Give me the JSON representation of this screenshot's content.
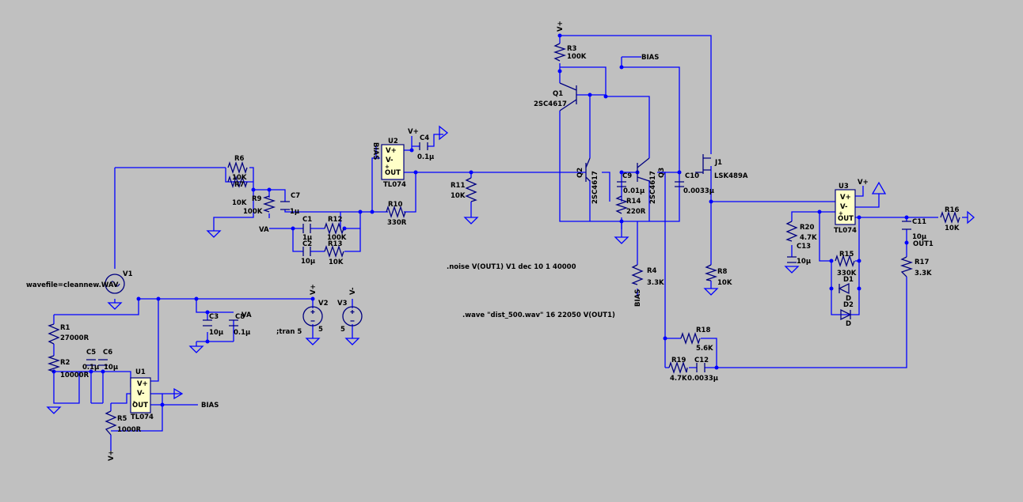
{
  "components": {
    "R1": {
      "name": "R1",
      "value": "27000R"
    },
    "R2": {
      "name": "R2",
      "value": "10000R"
    },
    "R3": {
      "name": "R3",
      "value": "100K"
    },
    "R4": {
      "name": "R4",
      "value": "3.3K"
    },
    "R5": {
      "name": "R5",
      "value": "1000R"
    },
    "R6": {
      "name": "R6",
      "value": "10K"
    },
    "R7": {
      "name": "R7",
      "value": "10K"
    },
    "R8": {
      "name": "R8",
      "value": "10K"
    },
    "R9": {
      "name": "R9",
      "value": "100K"
    },
    "R10": {
      "name": "R10",
      "value": "330R"
    },
    "R11": {
      "name": "R11",
      "value": "10K"
    },
    "R12": {
      "name": "R12",
      "value": "100K"
    },
    "R13": {
      "name": "R13",
      "value": "10K"
    },
    "R14": {
      "name": "R14",
      "value": "220R"
    },
    "R15": {
      "name": "R15",
      "value": "330K"
    },
    "R16": {
      "name": "R16",
      "value": "10K"
    },
    "R17": {
      "name": "R17",
      "value": "3.3K"
    },
    "R18": {
      "name": "R18",
      "value": "5.6K"
    },
    "R19": {
      "name": "R19",
      "value": "4.7K"
    },
    "R20": {
      "name": "R20",
      "value": "4.7K"
    },
    "C1": {
      "name": "C1",
      "value": "1µ"
    },
    "C2": {
      "name": "C2",
      "value": "10µ"
    },
    "C3": {
      "name": "C3",
      "value": "10µ"
    },
    "C4": {
      "name": "C4",
      "value": "0.1µ"
    },
    "C5": {
      "name": "C5",
      "value": "0.1µ"
    },
    "C6": {
      "name": "C6",
      "value": "10µ"
    },
    "C7": {
      "name": "C7",
      "value": "1µ"
    },
    "C8": {
      "name": "C8",
      "value": "0.1µ"
    },
    "C9": {
      "name": "C9",
      "value": "0.01µ"
    },
    "C10": {
      "name": "C10",
      "value": "0.0033µ"
    },
    "C11": {
      "name": "C11",
      "value": "10µ"
    },
    "C12": {
      "name": "C12",
      "value": "0.0033µ"
    },
    "C13": {
      "name": "C13",
      "value": "10µ"
    },
    "Q1": {
      "name": "Q1",
      "value": "2SC4617"
    },
    "Q2": {
      "name": "Q2",
      "value": "2SC4617"
    },
    "Q3": {
      "name": "Q3",
      "value": "2SC4617"
    },
    "J1": {
      "name": "J1",
      "value": "LSK489A"
    },
    "D1": {
      "name": "D1",
      "value": "D"
    },
    "D2": {
      "name": "D2",
      "value": "D"
    },
    "U1": {
      "name": "U1",
      "value": "TL074"
    },
    "U2": {
      "name": "U2",
      "value": "TL074"
    },
    "U3": {
      "name": "U3",
      "value": "TL074"
    },
    "V1": {
      "name": "V1",
      "value": "wavefile=cleannew.WAV"
    },
    "V2": {
      "name": "V2",
      "value": "5"
    },
    "V3": {
      "name": "V3",
      "value": "5"
    }
  },
  "opamp_pins": {
    "vplus": "V+",
    "vminus": "V-",
    "out": "OUT",
    "plus": "+",
    "minus": "-"
  },
  "nets": {
    "vplus": "V+",
    "vminus": "V-",
    "bias": "BIAS",
    "va": "VA",
    "out1": "OUT1"
  },
  "directives": {
    "tran": ";tran 5",
    "noise": ".noise V(OUT1) V1 dec 10 1 40000",
    "wave": ".wave \"dist_500.wav\" 16 22050 V(OUT1)"
  },
  "colors": {
    "background": "#c0c0c0",
    "wire": "#0000ff",
    "component": "#000080",
    "opamp_fill": "#ffffc8"
  }
}
